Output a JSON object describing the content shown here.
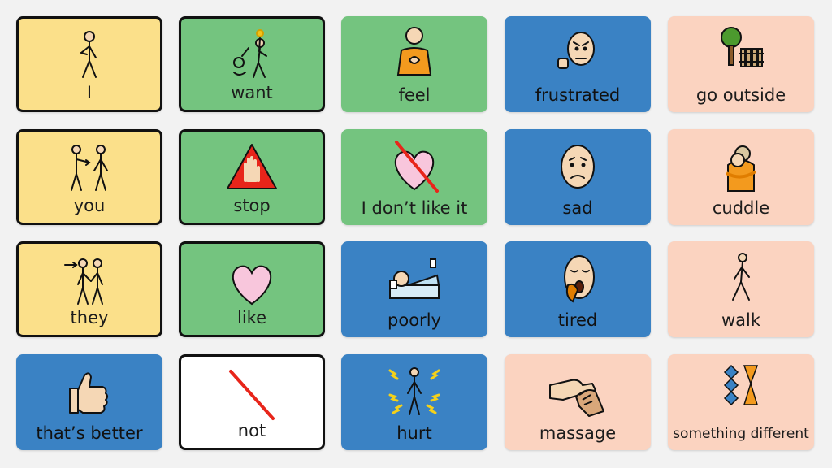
{
  "board": {
    "rows": [
      [
        {
          "label": "I",
          "color": "yellow",
          "bordered": true,
          "icon": "person-pointing-self-icon"
        },
        {
          "label": "want",
          "color": "green",
          "bordered": true,
          "icon": "want-icon"
        },
        {
          "label": "feel",
          "color": "green",
          "bordered": false,
          "icon": "feel-icon"
        },
        {
          "label": "frustrated",
          "color": "blue",
          "bordered": false,
          "icon": "frustrated-face-icon"
        },
        {
          "label": "go outside",
          "color": "peach",
          "bordered": false,
          "icon": "tree-fence-icon"
        }
      ],
      [
        {
          "label": "you",
          "color": "yellow",
          "bordered": true,
          "icon": "person-pointing-other-icon"
        },
        {
          "label": "stop",
          "color": "green",
          "bordered": true,
          "icon": "stop-hand-icon"
        },
        {
          "label": "I don’t like it",
          "color": "green",
          "bordered": false,
          "icon": "crossed-heart-icon"
        },
        {
          "label": "sad",
          "color": "blue",
          "bordered": false,
          "icon": "sad-face-icon"
        },
        {
          "label": "cuddle",
          "color": "peach",
          "bordered": false,
          "icon": "cuddle-icon"
        }
      ],
      [
        {
          "label": "they",
          "color": "yellow",
          "bordered": true,
          "icon": "people-pointing-icon"
        },
        {
          "label": "like",
          "color": "green",
          "bordered": true,
          "icon": "heart-icon"
        },
        {
          "label": "poorly",
          "color": "blue",
          "bordered": false,
          "icon": "sick-in-bed-icon"
        },
        {
          "label": "tired",
          "color": "blue",
          "bordered": false,
          "icon": "yawning-face-icon"
        },
        {
          "label": "walk",
          "color": "peach",
          "bordered": false,
          "icon": "walking-person-icon"
        }
      ],
      [
        {
          "label": "that’s better",
          "color": "blue",
          "bordered": false,
          "icon": "thumbs-up-icon"
        },
        {
          "label": "not",
          "color": "white",
          "bordered": true,
          "icon": "red-slash-icon"
        },
        {
          "label": "hurt",
          "color": "blue",
          "bordered": false,
          "icon": "hurt-person-icon"
        },
        {
          "label": "massage",
          "color": "peach",
          "bordered": false,
          "icon": "massage-hands-icon"
        },
        {
          "label": "something different",
          "color": "peach",
          "bordered": false,
          "icon": "different-shapes-icon"
        }
      ]
    ]
  }
}
